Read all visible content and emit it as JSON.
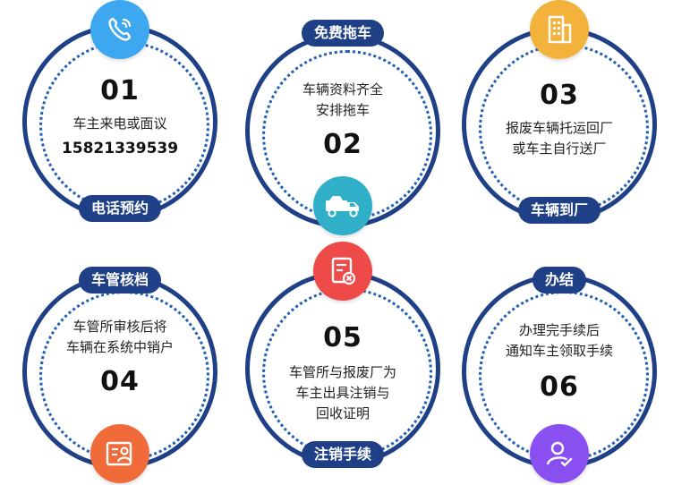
{
  "colors": {
    "ring": "#1f3f86",
    "dots": "#1f5fb8",
    "label_bg": "#1f3f86",
    "phone_icon": "#3da7f0",
    "tow_icon": "#2fb0c8",
    "building_icon": "#f2b23c",
    "register_icon": "#ee4a47",
    "cancel_icon": "#f06a3a",
    "person_icon": "#8a4ff0"
  },
  "steps": [
    {
      "number": "01",
      "line1": "车主来电或面议",
      "phone": "15821339539",
      "label": "电话预约",
      "icon": "phone-icon"
    },
    {
      "number": "02",
      "line1": "车辆资料齐全",
      "line2": "安排拖车",
      "label": "免费拖车",
      "icon": "tow-truck-icon"
    },
    {
      "number": "03",
      "line1": "报废车辆托运回厂",
      "line2": "或车主自行送厂",
      "label": "车辆到厂",
      "icon": "building-icon"
    },
    {
      "number": "04",
      "line1": "车管所审核后将",
      "line2": "车辆在系统中销户",
      "label": "车管核档",
      "icon": "id-card-icon"
    },
    {
      "number": "05",
      "line1": "车管所与报废厂为",
      "line2": "车主出具注销与",
      "line3": "回收证明",
      "label": "注销手续",
      "icon": "document-cancel-icon"
    },
    {
      "number": "06",
      "line1": "办理完手续后",
      "line2": "通知车主领取手续",
      "label": "办结",
      "icon": "user-check-icon"
    }
  ]
}
